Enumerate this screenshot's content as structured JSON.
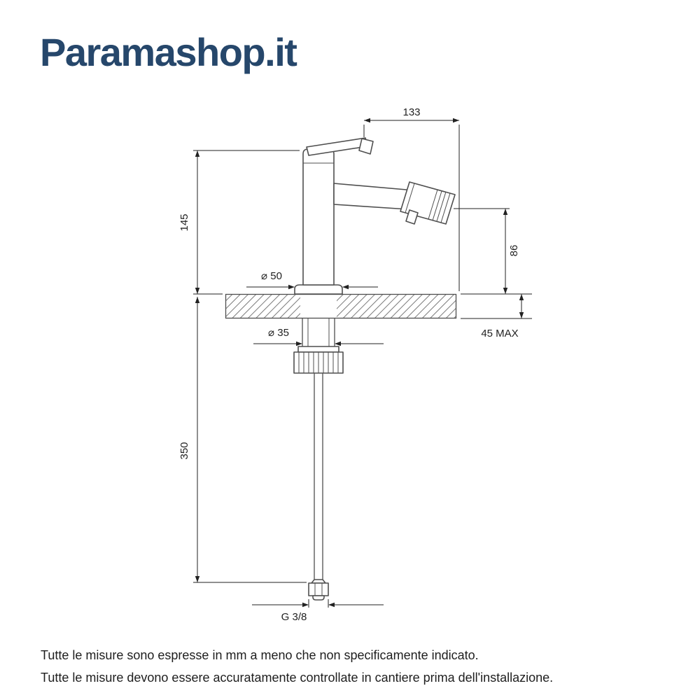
{
  "logo": {
    "text": "Paramashop.it",
    "color": "#26476b"
  },
  "drawing": {
    "stroke_color": "#4f4f4f",
    "dimension_color": "#222222",
    "labels": {
      "spout_reach": "133",
      "body_height": "145",
      "spout_height": "86",
      "base_diameter": "⌀ 50",
      "shank_diameter": "⌀ 35",
      "counter_thickness": "45 MAX",
      "hose_length": "350",
      "hose_thread": "G 3/8"
    }
  },
  "footer": {
    "line1": "Tutte le misure sono espresse in mm a meno che non specificamente indicato.",
    "line2": "Tutte le misure devono essere accuratamente controllate in cantiere prima dell'installazione."
  }
}
